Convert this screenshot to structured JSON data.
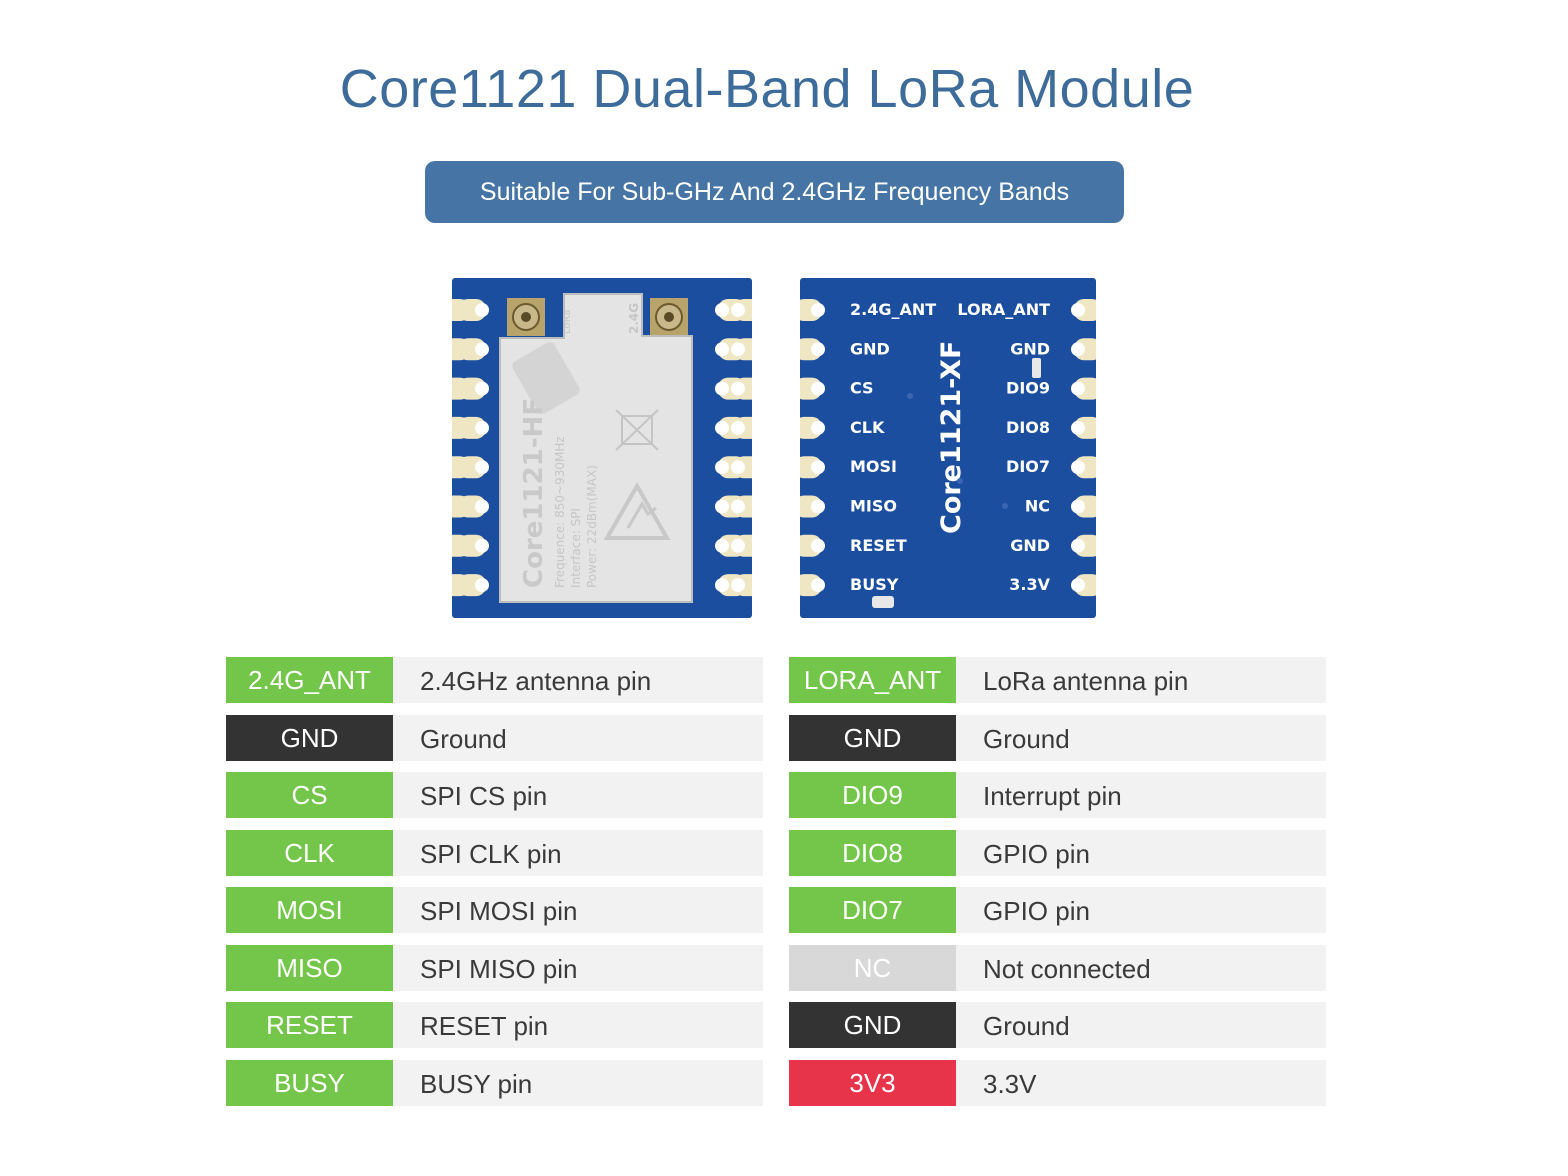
{
  "title": "Core1121 Dual-Band LoRa Module",
  "subtitle": "Suitable For Sub-GHz And 2.4GHz Frequency Bands",
  "colors": {
    "title": "#3e6c9a",
    "banner": "#4675a5",
    "signal": "#73c64a",
    "ground": "#333333",
    "nc": "#d8d8d8",
    "power": "#e8344a",
    "pcb": "#1c4ea0"
  },
  "front_board": {
    "model": "Core1121-HF",
    "frequency": "Frequence: 850~930MHz",
    "interface": "Interface: SPI",
    "power": "Power: 22dBm(MAX)",
    "ant_label_lora": "LoRa",
    "ant_label_24g": "2.4G"
  },
  "back_board": {
    "model": "Core1121-XF",
    "left_labels": [
      "2.4G_ANT",
      "GND",
      "CS",
      "CLK",
      "MOSI",
      "MISO",
      "RESET",
      "BUSY"
    ],
    "right_labels": [
      "LORA_ANT",
      "GND",
      "DIO9",
      "DIO8",
      "DIO7",
      "NC",
      "GND",
      "3.3V"
    ]
  },
  "pins_left": [
    {
      "pin": "2.4G_ANT",
      "desc": "2.4GHz antenna pin",
      "type": "signal"
    },
    {
      "pin": "GND",
      "desc": "Ground",
      "type": "ground"
    },
    {
      "pin": "CS",
      "desc": "SPI CS pin",
      "type": "signal"
    },
    {
      "pin": "CLK",
      "desc": "SPI CLK pin",
      "type": "signal"
    },
    {
      "pin": "MOSI",
      "desc": "SPI MOSI pin",
      "type": "signal"
    },
    {
      "pin": "MISO",
      "desc": "SPI MISO pin",
      "type": "signal"
    },
    {
      "pin": "RESET",
      "desc": "RESET pin",
      "type": "signal"
    },
    {
      "pin": "BUSY",
      "desc": "BUSY pin",
      "type": "signal"
    }
  ],
  "pins_right": [
    {
      "pin": "LORA_ANT",
      "desc": "LoRa antenna pin",
      "type": "signal"
    },
    {
      "pin": "GND",
      "desc": "Ground",
      "type": "ground"
    },
    {
      "pin": "DIO9",
      "desc": "Interrupt pin",
      "type": "signal"
    },
    {
      "pin": "DIO8",
      "desc": "GPIO pin",
      "type": "signal"
    },
    {
      "pin": "DIO7",
      "desc": "GPIO pin",
      "type": "signal"
    },
    {
      "pin": "NC",
      "desc": "Not connected",
      "type": "nc"
    },
    {
      "pin": "GND",
      "desc": "Ground",
      "type": "ground"
    },
    {
      "pin": "3V3",
      "desc": "3.3V",
      "type": "power"
    }
  ]
}
